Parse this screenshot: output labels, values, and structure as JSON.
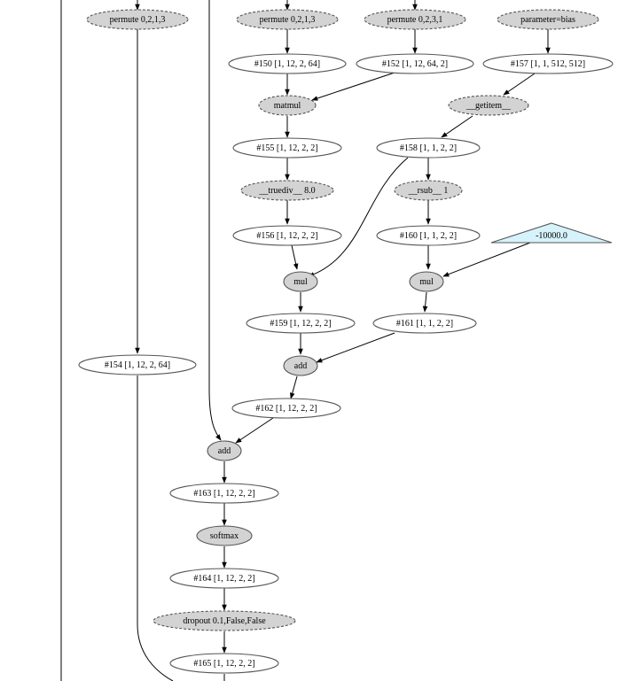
{
  "nodes": {
    "permute_left": "permute 0,2,1,3",
    "permute_mid": "permute 0,2,1,3",
    "permute_right": "permute 0,2,3,1",
    "param_bias": "parameter=bias",
    "t150": "#150 [1, 12, 2, 64]",
    "t152": "#152 [1, 12, 64, 2]",
    "t157": "#157 [1, 1, 512, 512]",
    "matmul": "matmul",
    "getitem": "__getitem__",
    "t155": "#155 [1, 12, 2, 2]",
    "t158": "#158 [1, 1, 2, 2]",
    "truediv": "__truediv__ 8.0",
    "rsub": "__rsub__ 1",
    "t156": "#156 [1, 12, 2, 2]",
    "t160": "#160 [1, 1, 2, 2]",
    "const": "-10000.0",
    "mul1": "mul",
    "mul2": "mul",
    "t159": "#159 [1, 12, 2, 2]",
    "t161": "#161 [1, 1, 2, 2]",
    "t154": "#154 [1, 12, 2, 64]",
    "add1": "add",
    "t162": "#162 [1, 12, 2, 2]",
    "add2": "add",
    "t163": "#163 [1, 12, 2, 2]",
    "softmax": "softmax",
    "t164": "#164 [1, 12, 2, 2]",
    "dropout": "dropout 0.1,False,False",
    "t165": "#165 [1, 12, 2, 2]"
  }
}
